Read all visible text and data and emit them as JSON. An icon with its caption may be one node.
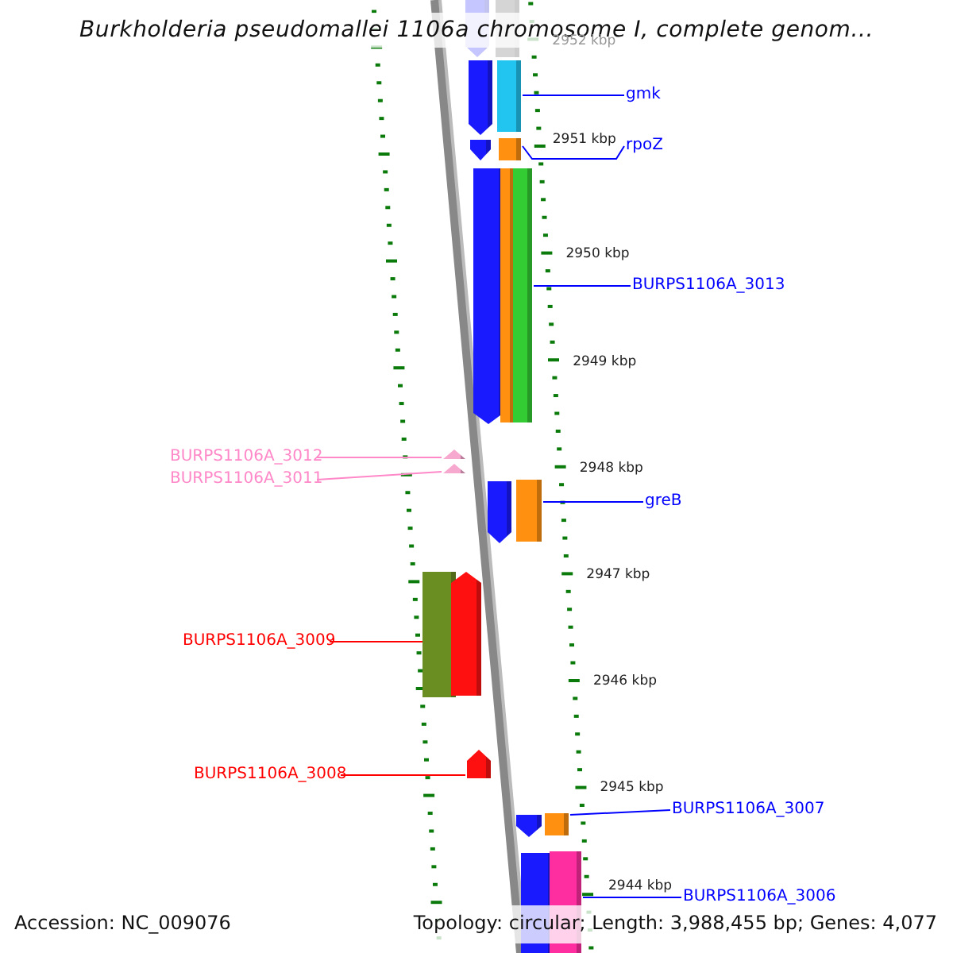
{
  "diagram": {
    "title": "Burkholderia pseudomallei 1106a chromosome I, complete genom...",
    "nodes": [
      {
        "text": [
          "gmk"
        ]
      },
      {
        "text": [
          "rpoZ"
        ]
      },
      {
        "text": [
          "BURPS1106A_3013"
        ]
      },
      {
        "text": [
          "greB"
        ]
      },
      {
        "text": [
          "BURPS1106A_3012"
        ]
      },
      {
        "text": [
          "BURPS1106A_3011"
        ]
      },
      {
        "text": [
          "BURPS1106A_3009"
        ]
      },
      {
        "text": [
          "BURPS1106A_3008"
        ]
      },
      {
        "text": [
          "BURPS1106A_3007"
        ]
      },
      {
        "text": [
          "BURPS1106A_3006"
        ]
      },
      {
        "text": [],
        "shape": "bar"
      },
      {
        "text": [],
        "shape": "bar"
      },
      {
        "text": [],
        "shape": "bar"
      },
      {
        "text": [],
        "shape": "bar"
      },
      {
        "text": [],
        "shape": "bar"
      },
      {
        "text": [],
        "shape": "bar"
      },
      {
        "text": [],
        "shape": "bar"
      },
      {
        "text": [],
        "shape": "bar"
      },
      {
        "text": [],
        "shape": "bar"
      },
      {
        "text": [],
        "shape": "bar"
      },
      {
        "text": [],
        "shape": "bar"
      },
      {
        "text": [],
        "shape": "bar"
      },
      {
        "text": [],
        "shape": "bar"
      },
      {
        "text": [],
        "shape": "bar"
      },
      {
        "text": [],
        "shape": "bar"
      },
      {
        "text": [],
        "shape": "bar"
      },
      {
        "text": [],
        "shape": "bar"
      },
      {
        "text": [],
        "shape": "bar"
      },
      {
        "text": [],
        "shape": "bar"
      },
      {
        "text": [],
        "shape": "bar"
      }
    ],
    "edges": [
      {
        "from": 0,
        "to": 13,
        "arrow": "none"
      },
      {
        "from": 1,
        "to": 15,
        "arrow": "none"
      },
      {
        "from": 2,
        "to": 18,
        "arrow": "none"
      },
      {
        "from": 3,
        "to": 22,
        "arrow": "none"
      },
      {
        "from": 4,
        "to": 19,
        "arrow": "none",
        "color": "#ff88c8"
      },
      {
        "from": 5,
        "to": 20,
        "arrow": "none",
        "color": "#ff88c8"
      },
      {
        "from": 6,
        "to": 24,
        "arrow": "none",
        "color": "#ff0000"
      },
      {
        "from": 7,
        "to": 25,
        "arrow": "none",
        "color": "#ff0000"
      },
      {
        "from": 8,
        "to": 27,
        "arrow": "none"
      },
      {
        "from": 9,
        "to": 29,
        "arrow": "none"
      }
    ],
    "labels": [
      "2952 kbp",
      "2951 kbp",
      "2950 kbp",
      "2949 kbp",
      "2948 kbp",
      "2947 kbp",
      "2946 kbp",
      "2945 kbp",
      "2944 kbp",
      "Accession: NC_009076",
      "Topology: circular; Length: 3,988,455 bp; Genes: 4,077"
    ]
  }
}
